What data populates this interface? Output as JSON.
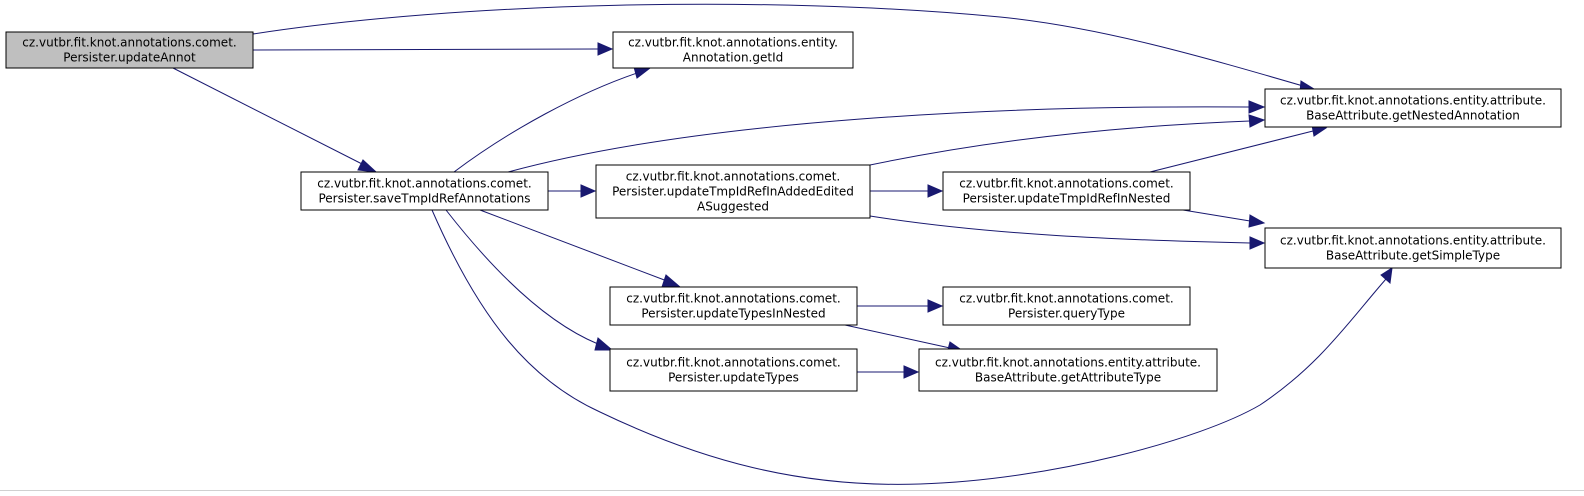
{
  "graph": {
    "edge_color": "#191970",
    "root_fill": "#bfbfbf",
    "node_fill": "#ffffff",
    "nodes": [
      {
        "id": "updateAnnot",
        "root": true,
        "lines": [
          "cz.vutbr.fit.knot.annotations.comet.",
          "Persister.updateAnnot"
        ]
      },
      {
        "id": "getId",
        "lines": [
          "cz.vutbr.fit.knot.annotations.entity.",
          "Annotation.getId"
        ]
      },
      {
        "id": "getNestedAnnotation",
        "lines": [
          "cz.vutbr.fit.knot.annotations.entity.attribute.",
          "BaseAttribute.getNestedAnnotation"
        ]
      },
      {
        "id": "saveTmpIdRefAnnotations",
        "lines": [
          "cz.vutbr.fit.knot.annotations.comet.",
          "Persister.saveTmpIdRefAnnotations"
        ]
      },
      {
        "id": "updateTmpIdRefInAddedEditedASuggested",
        "lines": [
          "cz.vutbr.fit.knot.annotations.comet.",
          "Persister.updateTmpIdRefInAddedEdited",
          "ASuggested"
        ]
      },
      {
        "id": "updateTmpIdRefInNested",
        "lines": [
          "cz.vutbr.fit.knot.annotations.comet.",
          "Persister.updateTmpIdRefInNested"
        ]
      },
      {
        "id": "getSimpleType",
        "lines": [
          "cz.vutbr.fit.knot.annotations.entity.attribute.",
          "BaseAttribute.getSimpleType"
        ]
      },
      {
        "id": "updateTypesInNested",
        "lines": [
          "cz.vutbr.fit.knot.annotations.comet.",
          "Persister.updateTypesInNested"
        ]
      },
      {
        "id": "queryType",
        "lines": [
          "cz.vutbr.fit.knot.annotations.comet.",
          "Persister.queryType"
        ]
      },
      {
        "id": "updateTypes",
        "lines": [
          "cz.vutbr.fit.knot.annotations.comet.",
          "Persister.updateTypes"
        ]
      },
      {
        "id": "getAttributeType",
        "lines": [
          "cz.vutbr.fit.knot.annotations.entity.attribute.",
          "BaseAttribute.getAttributeType"
        ]
      }
    ],
    "edges": [
      {
        "from": "updateAnnot",
        "to": "getNestedAnnotation"
      },
      {
        "from": "updateAnnot",
        "to": "getId"
      },
      {
        "from": "updateAnnot",
        "to": "saveTmpIdRefAnnotations"
      },
      {
        "from": "saveTmpIdRefAnnotations",
        "to": "getId"
      },
      {
        "from": "saveTmpIdRefAnnotations",
        "to": "getNestedAnnotation"
      },
      {
        "from": "saveTmpIdRefAnnotations",
        "to": "updateTmpIdRefInAddedEditedASuggested"
      },
      {
        "from": "saveTmpIdRefAnnotations",
        "to": "updateTypesInNested"
      },
      {
        "from": "saveTmpIdRefAnnotations",
        "to": "updateTypes"
      },
      {
        "from": "saveTmpIdRefAnnotations",
        "to": "getSimpleType"
      },
      {
        "from": "updateTmpIdRefInAddedEditedASuggested",
        "to": "getNestedAnnotation"
      },
      {
        "from": "updateTmpIdRefInAddedEditedASuggested",
        "to": "updateTmpIdRefInNested"
      },
      {
        "from": "updateTmpIdRefInAddedEditedASuggested",
        "to": "getSimpleType"
      },
      {
        "from": "updateTmpIdRefInNested",
        "to": "getNestedAnnotation"
      },
      {
        "from": "updateTmpIdRefInNested",
        "to": "getSimpleType"
      },
      {
        "from": "updateTypesInNested",
        "to": "queryType"
      },
      {
        "from": "updateTypesInNested",
        "to": "getAttributeType"
      },
      {
        "from": "updateTypes",
        "to": "getAttributeType"
      }
    ]
  }
}
